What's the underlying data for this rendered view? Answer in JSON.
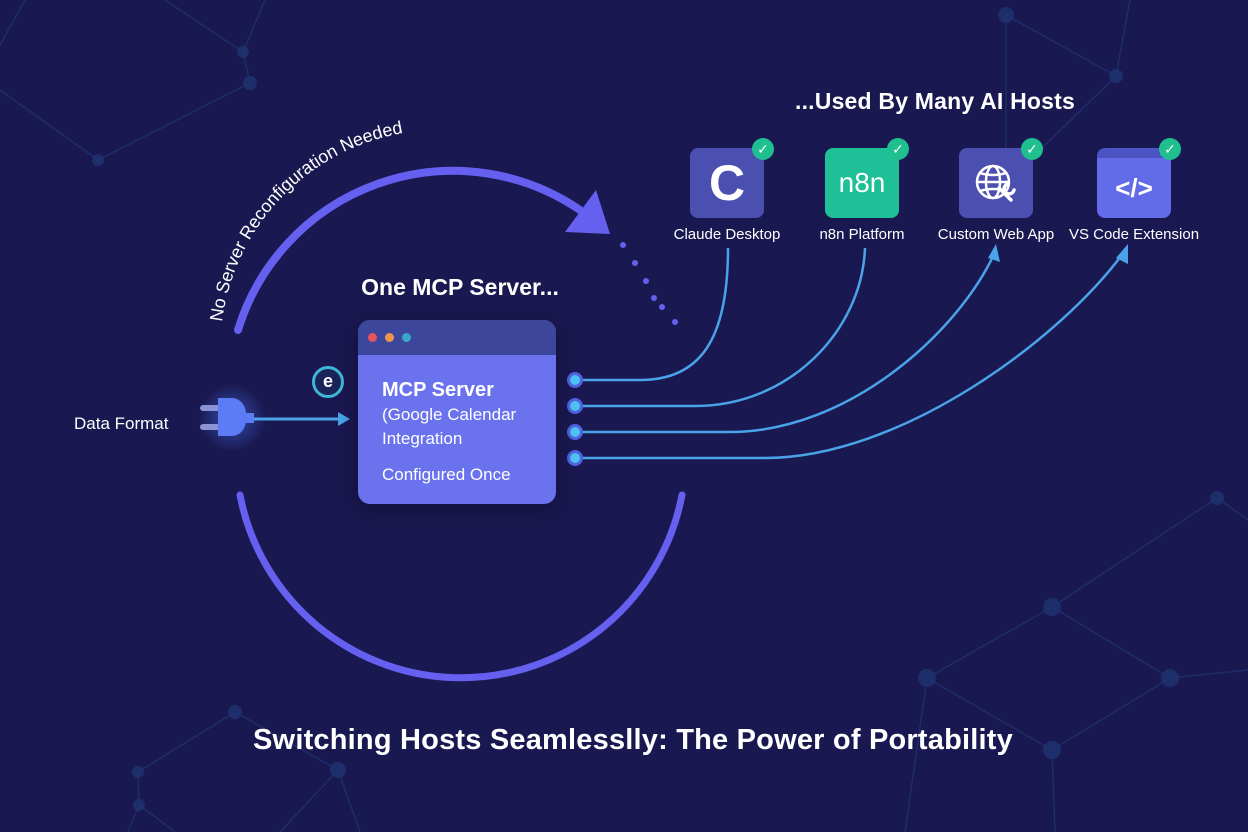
{
  "headings": {
    "hosts": "...Used By Many AI Hosts",
    "server": "One MCP Server...",
    "title": "Switching Hosts Seamlesslly: The Power of Portability"
  },
  "arc_label": "No Server Reconfiguration Needed",
  "input": {
    "label": "Data Format",
    "plug_icon": "plug-icon",
    "badge_letter": "e"
  },
  "server_card": {
    "title": "MCP Server",
    "subtitle_line1": "(Google Calendar",
    "subtitle_line2": "Integration",
    "note": "Configured Once",
    "window_dots": [
      "#e8545c",
      "#f0954f",
      "#3aa7c7"
    ]
  },
  "hosts": [
    {
      "label": "Claude Desktop",
      "icon": "claude-c-icon",
      "glyph": "C",
      "status": "check-icon",
      "tile_color": "#4a4fb0"
    },
    {
      "label": "n8n Platform",
      "icon": "n8n-logo-icon",
      "glyph": "n8n",
      "status": "check-icon",
      "tile_color": "#1fbf97"
    },
    {
      "label": "Custom Web App",
      "icon": "globe-wrench-icon",
      "glyph": "🌐",
      "status": "check-icon",
      "tile_color": "#4a4fb0"
    },
    {
      "label": "VS Code Extension",
      "icon": "code-brackets-icon",
      "glyph": "</>",
      "status": "check-icon",
      "tile_color": "#626be8"
    }
  ],
  "colors": {
    "background": "#1a1850",
    "arc": "#6560f0",
    "connector": "#4aa3e8",
    "port": "#4fc3f7",
    "check": "#1fbf8f"
  }
}
